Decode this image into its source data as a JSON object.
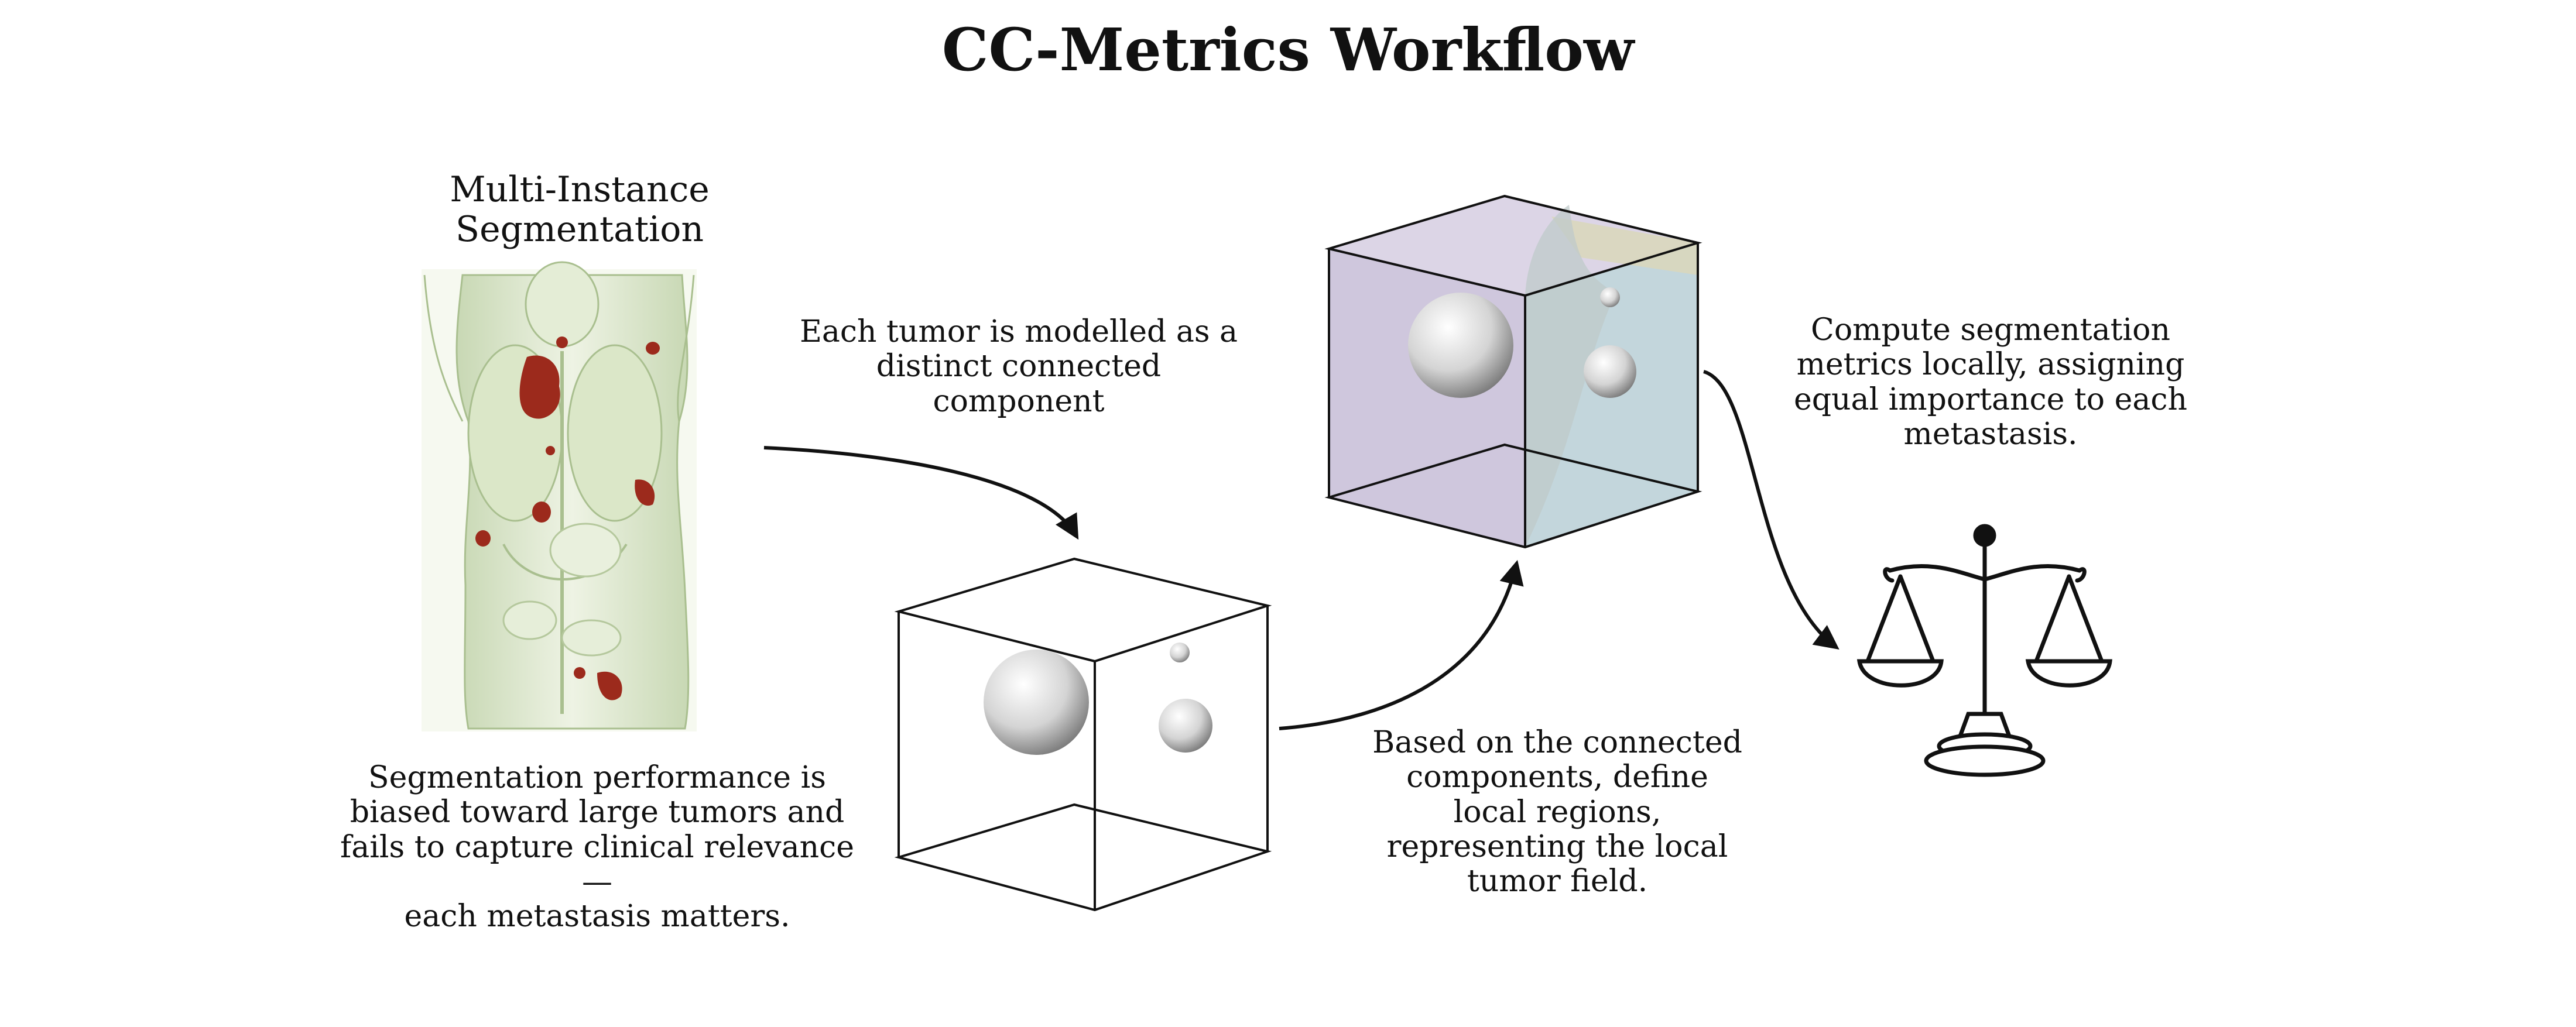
{
  "title": "CC-Metrics Workflow",
  "panels": {
    "input": {
      "heading": "Multi-Instance\nSegmentation",
      "caption": "Segmentation performance is\nbiased toward large tumors and\nfails to capture clinical relevance—\neach metastasis matters."
    },
    "components": {
      "caption": "Each tumor is modelled as a\ndistinct connected\ncomponent"
    },
    "regions": {
      "caption": "Based on the connected\ncomponents, define\nlocal regions,\nrepresenting the local\ntumor field."
    },
    "metrics": {
      "caption": "Compute segmentation\nmetrics locally, assigning\nequal importance to each\nmetastasis."
    }
  },
  "icons": [
    "ct-scan-figure",
    "connected-components-cube",
    "local-regions-cube",
    "balance-scale-icon"
  ],
  "colors": {
    "tumor": "#9c2a1c",
    "body_tint": "#dfe9cf",
    "region_purple": "#cfc7dd",
    "region_blue": "#c3d6dc",
    "region_khaki": "#d9d7bd"
  }
}
